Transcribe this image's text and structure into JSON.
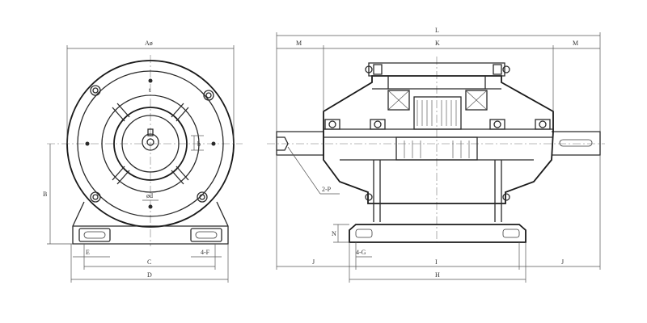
{
  "labels": {
    "A_phi": "Aø",
    "B": "B",
    "C": "C",
    "D": "D",
    "E": "E",
    "F_4": "4-F",
    "d_phi": "ød",
    "t": "t",
    "b": "b",
    "L": "L",
    "M_left": "M",
    "K": "K",
    "M_right": "M",
    "P_2": "2-P",
    "N": "N",
    "G_4": "4-G",
    "J_left": "J",
    "I": "I",
    "J_right": "J",
    "H": "H"
  }
}
